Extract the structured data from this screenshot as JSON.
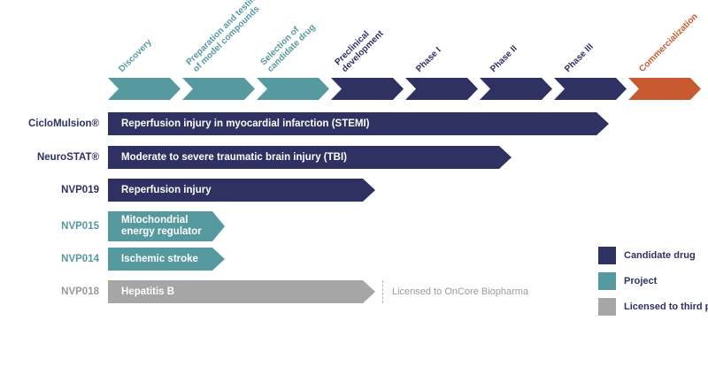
{
  "stages": [
    {
      "label": "Discovery",
      "color": "#569a9f"
    },
    {
      "label": "Preparation and testing of model compounds",
      "color": "#569a9f"
    },
    {
      "label": "Selection of candidate drug",
      "color": "#569a9f"
    },
    {
      "label": "Preclinical development",
      "color": "#2e3162"
    },
    {
      "label": "Phase I",
      "color": "#2e3162"
    },
    {
      "label": "Phase II",
      "color": "#2e3162"
    },
    {
      "label": "Phase III",
      "color": "#2e3162"
    },
    {
      "label": "Commercialization",
      "color": "#c85a32"
    }
  ],
  "rows": [
    {
      "name": "CicloMulsion®",
      "indication": "Reperfusion injury in myocardial infarction (STEMI)",
      "type": "Candidate drug",
      "stage_reached": "Phase III"
    },
    {
      "name": "NeuroSTAT®",
      "indication": "Moderate to severe traumatic brain injury (TBI)",
      "type": "Candidate drug",
      "stage_reached": "Phase II"
    },
    {
      "name": "NVP019",
      "indication": "Reperfusion injury",
      "type": "Candidate drug",
      "stage_reached": "Preclinical development"
    },
    {
      "name": "NVP015",
      "indication": "Mitochondrial energy regulator",
      "type": "Project",
      "stage_reached": "Preparation and testing of model compounds"
    },
    {
      "name": "NVP014",
      "indication": "Ischemic stroke",
      "type": "Project",
      "stage_reached": "Preparation and testing of model compounds"
    },
    {
      "name": "NVP018",
      "indication": "Hepatitis B",
      "type": "Licensed to third party",
      "stage_reached": "Preclinical development",
      "note": "Licensed to OnCore Biopharma"
    }
  ],
  "note": "Licensed to OnCore Biopharma",
  "legend": [
    {
      "label": "Candidate drug",
      "color": "#2e3162"
    },
    {
      "label": "Project",
      "color": "#569a9f"
    },
    {
      "label": "Licensed to third party",
      "color": "#a6a6a6"
    }
  ],
  "colors": {
    "candidate_drug": "#2e3162",
    "project": "#569a9f",
    "commercialization": "#c85a32",
    "licensed_third_party": "#a6a6a6"
  },
  "chart_data": {
    "type": "bar",
    "orientation": "horizontal",
    "title": "",
    "stages": [
      "Discovery",
      "Preparation and testing of model compounds",
      "Selection of candidate drug",
      "Preclinical development",
      "Phase I",
      "Phase II",
      "Phase III",
      "Commercialization"
    ],
    "categories": [
      "CicloMulsion®",
      "NeuroSTAT®",
      "NVP019",
      "NVP015",
      "NVP014",
      "NVP018"
    ],
    "series": [
      {
        "name": "CicloMulsion®",
        "indication": "Reperfusion injury in myocardial infarction (STEMI)",
        "stage_reached": "Phase III",
        "group": "Candidate drug"
      },
      {
        "name": "NeuroSTAT®",
        "indication": "Moderate to severe traumatic brain injury (TBI)",
        "stage_reached": "Phase II",
        "group": "Candidate drug"
      },
      {
        "name": "NVP019",
        "indication": "Reperfusion injury",
        "stage_reached": "Preclinical development",
        "group": "Candidate drug"
      },
      {
        "name": "NVP015",
        "indication": "Mitochondrial energy regulator",
        "stage_reached": "Preparation and testing of model compounds",
        "group": "Project"
      },
      {
        "name": "NVP014",
        "indication": "Ischemic stroke",
        "stage_reached": "Preparation and testing of model compounds",
        "group": "Project"
      },
      {
        "name": "NVP018",
        "indication": "Hepatitis B",
        "stage_reached": "Preclinical development",
        "group": "Licensed to third party",
        "annotation": "Licensed to OnCore Biopharma"
      }
    ],
    "legend_position": "bottom-right",
    "legend": [
      "Candidate drug",
      "Project",
      "Licensed to third party"
    ]
  }
}
